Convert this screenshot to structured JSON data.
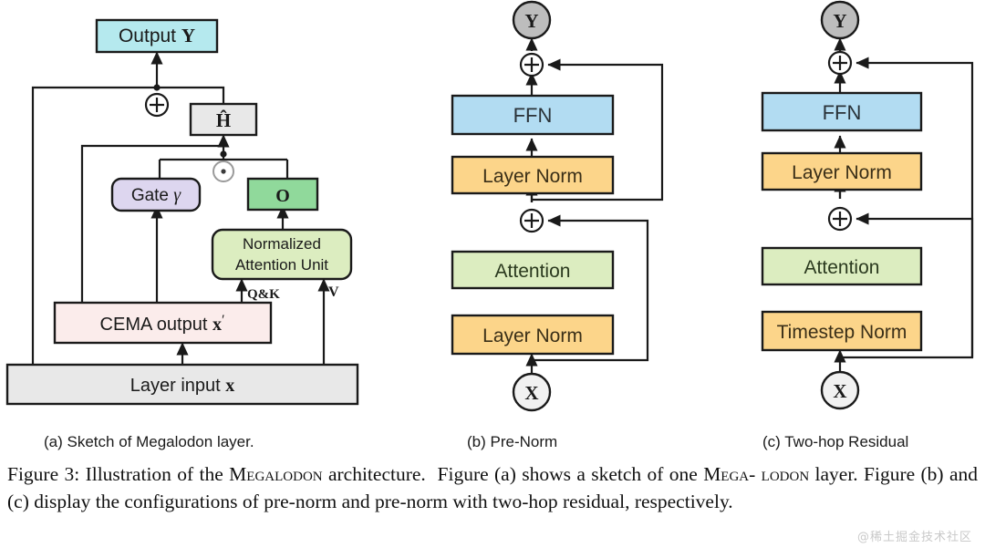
{
  "figure": {
    "caption_prefix": "Figure 3:",
    "caption": "Figure 3: Illustration of the MEGALODON architecture. Figure (a) shows a sketch of one MEGALODON layer. Figure (b) and (c) display the configurations of pre-norm and pre-norm with two-hop residual, respectively.",
    "caption_line1": "Figure 3: Illustration of the MEGALODON architecture.  Figure (a) shows a sketch of one MEGA-",
    "caption_line2": "LODON layer. Figure (b) and (c) display the configurations of pre-norm and pre-norm with two-hop",
    "caption_line3": "residual, respectively.",
    "watermark": "@稀土掘金技术社区"
  },
  "subcaptions": {
    "a": "(a) Sketch of Megalodon layer.",
    "b": "(b) Pre-Norm",
    "c": "(c) Two-hop Residual"
  },
  "colors": {
    "cyan": "#b5e9ee",
    "grey": "#e8e8e8",
    "purple": "#ddd6ef",
    "green_dark": "#90d99b",
    "green_light": "#dcedc0",
    "pink": "#fbeceb",
    "blue": "#b2dcf2",
    "orange": "#fcd58a",
    "circle_grey": "#bdbdbd",
    "stroke": "#1a1a1a",
    "text": "#1a1a1a"
  },
  "panel_a": {
    "nodes": [
      {
        "id": "output",
        "label": "Output",
        "math": "Y",
        "fill": "cyan",
        "shape": "rect"
      },
      {
        "id": "hhat",
        "label": "",
        "math": "Ĥ",
        "fill": "grey",
        "shape": "rect"
      },
      {
        "id": "gate",
        "label": "Gate",
        "math": "γ",
        "fill": "purple",
        "shape": "round-rect"
      },
      {
        "id": "o",
        "label": "",
        "math": "O",
        "fill": "green_dark",
        "shape": "rect"
      },
      {
        "id": "nau",
        "label": "Normalized Attention Unit",
        "math": "",
        "fill": "green_light",
        "shape": "round-rect"
      },
      {
        "id": "cema",
        "label": "CEMA output",
        "math": "x′",
        "fill": "pink",
        "shape": "rect"
      },
      {
        "id": "input",
        "label": "Layer input",
        "math": "x",
        "fill": "grey",
        "shape": "rect"
      }
    ],
    "nau_line1": "Normalized",
    "nau_line2": "Attention Unit",
    "edge_labels": [
      "Q&K",
      "V"
    ],
    "operators": [
      {
        "id": "plus-op",
        "glyph": "+"
      },
      {
        "id": "prod-op",
        "glyph": "·"
      }
    ]
  },
  "panel_b": {
    "terminal_top": "Y",
    "terminal_bottom": "X",
    "blocks": [
      {
        "id": "ffn",
        "label": "FFN",
        "fill": "blue"
      },
      {
        "id": "ln-ffn",
        "label": "Layer Norm",
        "fill": "orange"
      },
      {
        "id": "attention",
        "label": "Attention",
        "fill": "green_light"
      },
      {
        "id": "ln-attn",
        "label": "Layer Norm",
        "fill": "orange"
      }
    ],
    "adders": [
      "+",
      "+"
    ]
  },
  "panel_c": {
    "terminal_top": "Y",
    "terminal_bottom": "X",
    "blocks": [
      {
        "id": "ffn",
        "label": "FFN",
        "fill": "blue"
      },
      {
        "id": "ln-ffn",
        "label": "Layer Norm",
        "fill": "orange"
      },
      {
        "id": "attention",
        "label": "Attention",
        "fill": "green_light"
      },
      {
        "id": "ln-attn",
        "label": "Timestep Norm",
        "fill": "orange"
      }
    ],
    "adders": [
      "+",
      "+"
    ]
  }
}
